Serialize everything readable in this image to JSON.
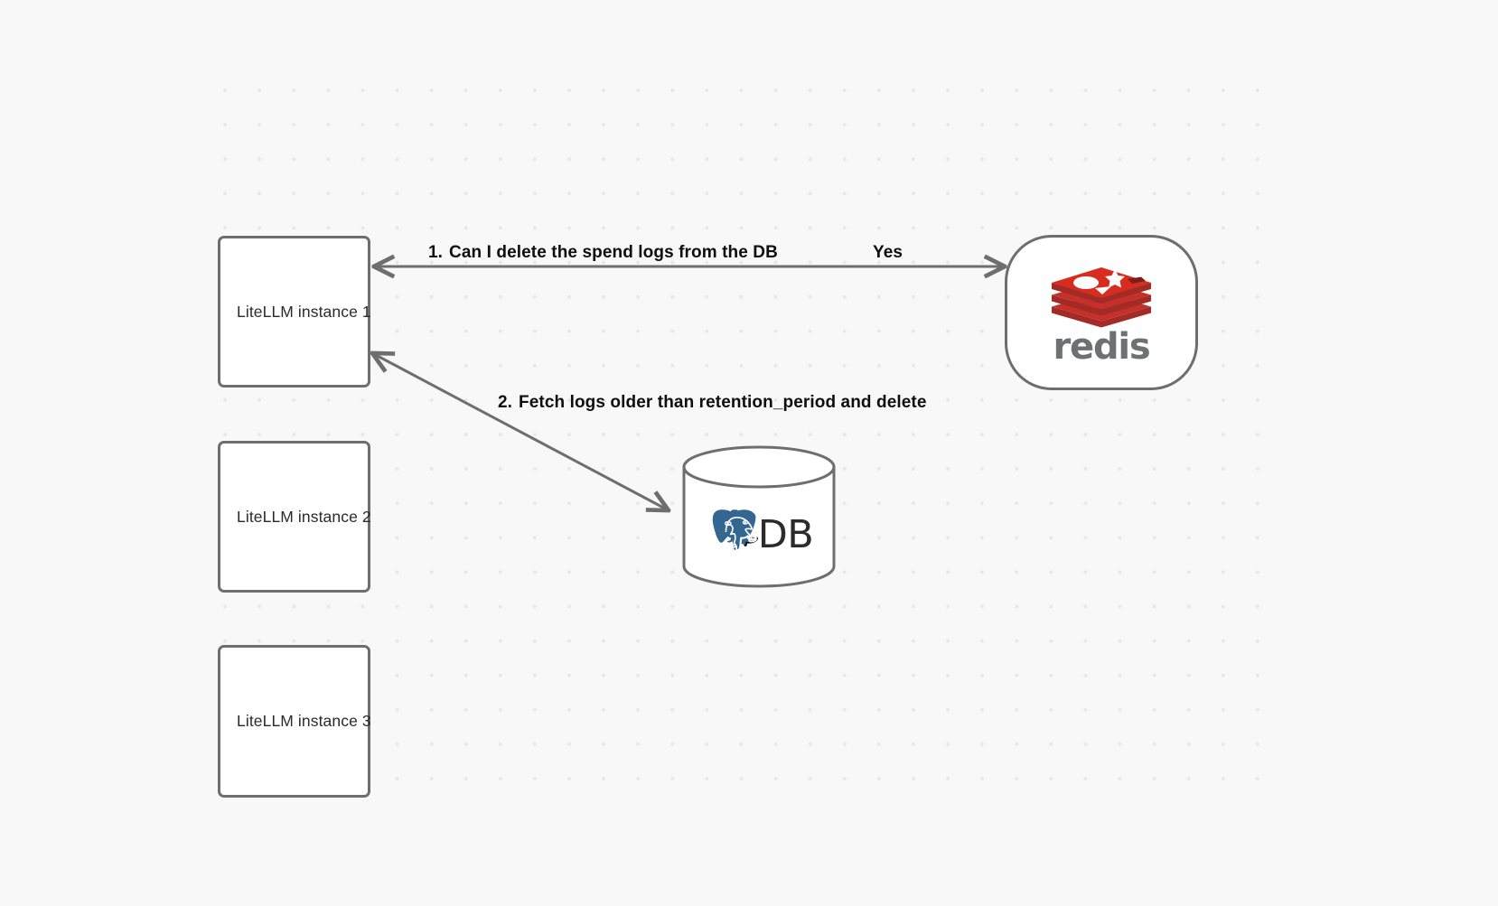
{
  "canvas": {
    "background_color": "#f8f8f8",
    "grid_dot_color": "#e6e7e8",
    "stroke_color": "#6e6e6e"
  },
  "nodes": [
    {
      "id": "litellm-1",
      "label": "LiteLLM instance 1",
      "shape": "rounded-rect"
    },
    {
      "id": "litellm-2",
      "label": "LiteLLM instance 2",
      "shape": "rounded-rect"
    },
    {
      "id": "litellm-3",
      "label": "LiteLLM instance 3",
      "shape": "rounded-rect"
    },
    {
      "id": "redis",
      "label": "redis",
      "shape": "stadium",
      "logo": "redis-logo",
      "logo_color": "#c6302b",
      "wordmark_color": "#6f7072"
    },
    {
      "id": "db",
      "label": "DB",
      "shape": "cylinder",
      "logo": "postgresql-elephant-icon",
      "logo_color": "#336791"
    }
  ],
  "edges": [
    {
      "id": "edge-1",
      "from": "litellm-1",
      "to": "redis",
      "number": "1.",
      "label": "Can I delete the spend logs from the DB",
      "reply_label": "Yes",
      "direction": "bidirectional"
    },
    {
      "id": "edge-2",
      "from": "litellm-1",
      "to": "db",
      "number": "2.",
      "label": "Fetch logs older than retention_period and delete",
      "direction": "bidirectional"
    }
  ]
}
